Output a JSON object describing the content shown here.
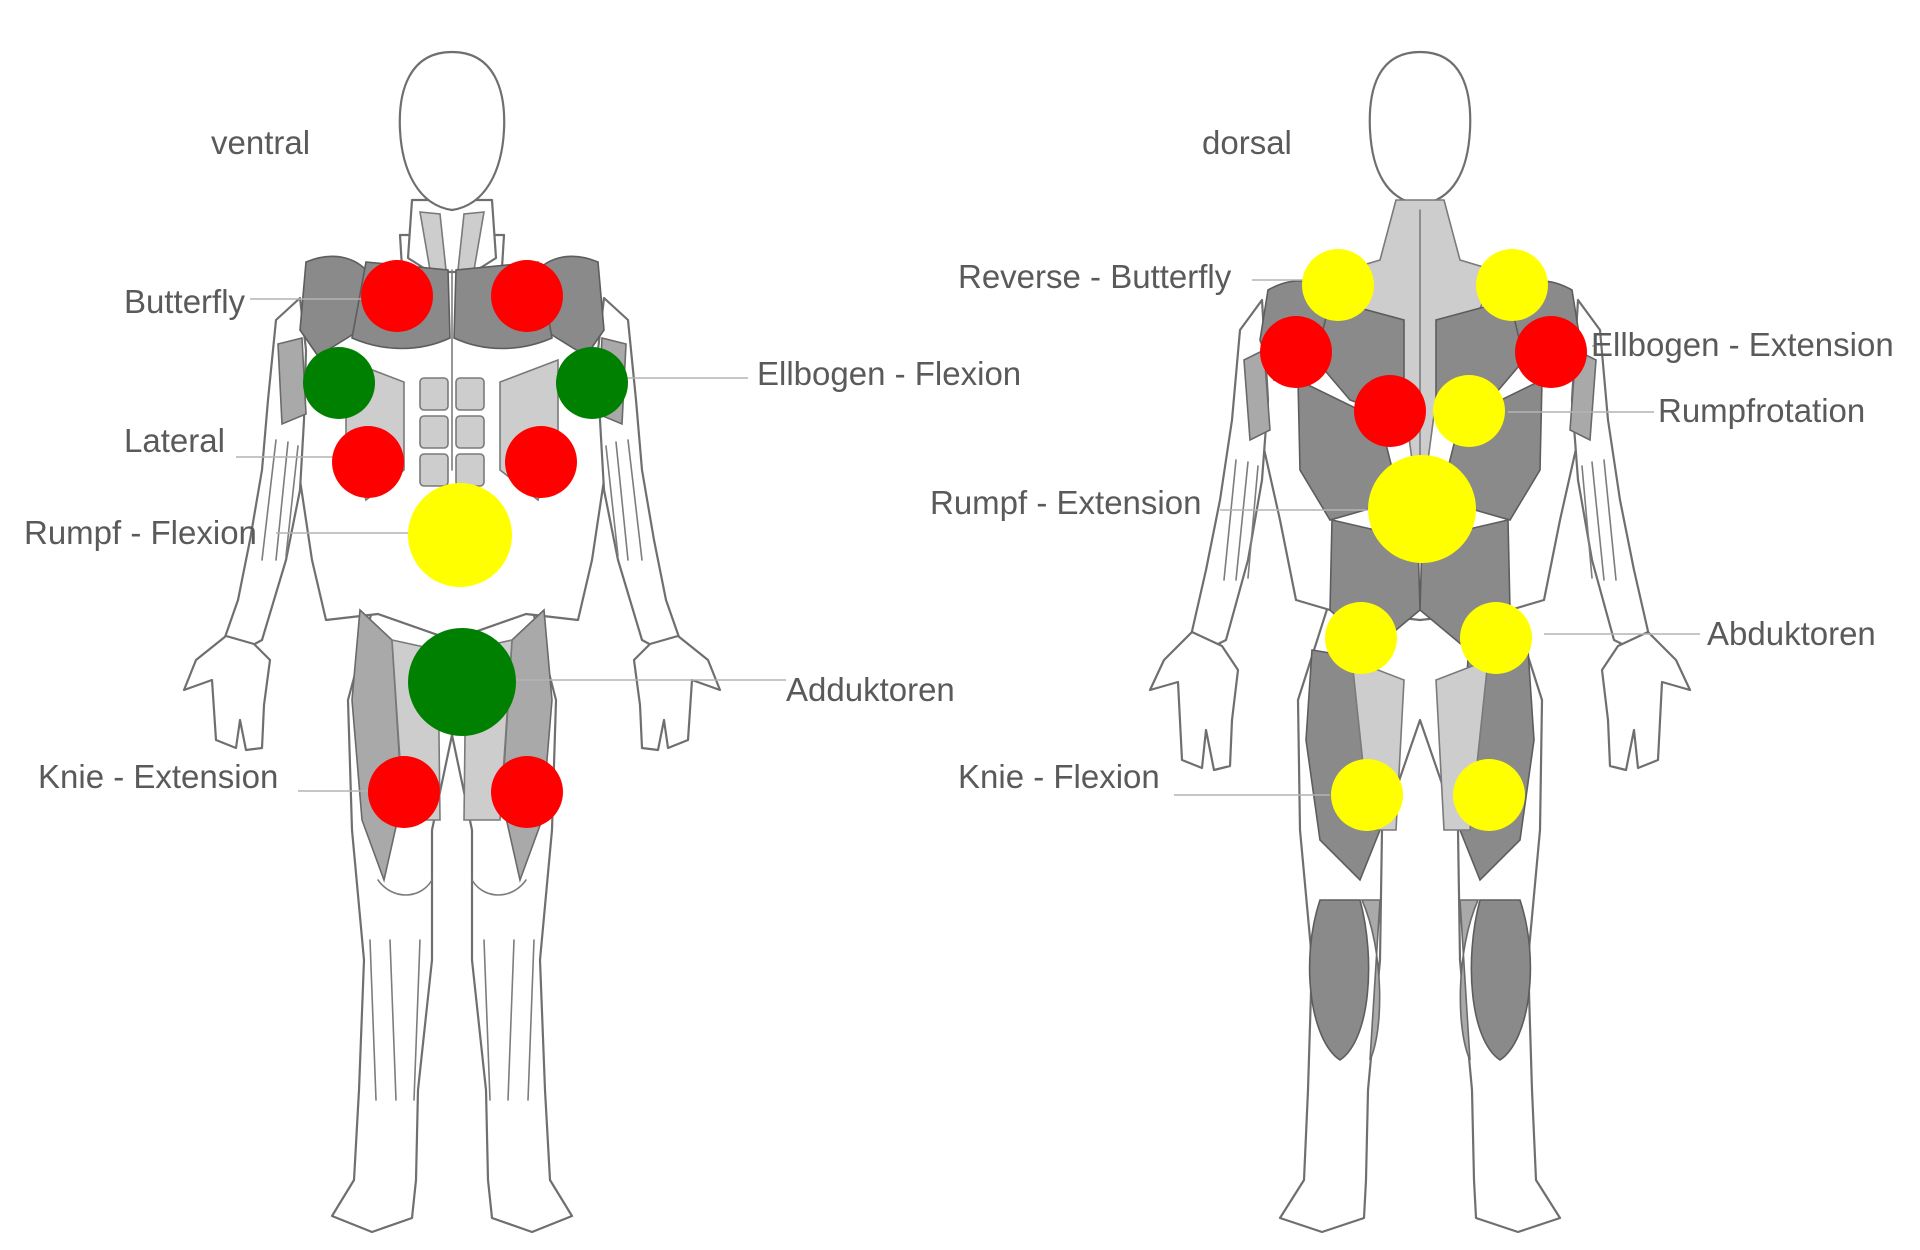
{
  "views": {
    "front": {
      "title": "ventral"
    },
    "back": {
      "title": "dorsal"
    }
  },
  "labels": {
    "butterfly": "Butterfly",
    "ellbogen_flexion": "Ellbogen - Flexion",
    "lateral": "Lateral",
    "rumpf_flexion": "Rumpf - Flexion",
    "adduktoren": "Adduktoren",
    "knie_extension": "Knie - Extension",
    "reverse_butterfly": "Reverse - Butterfly",
    "ellbogen_extension": "Ellbogen - Extension",
    "rumpfrotation": "Rumpfrotation",
    "rumpf_extension": "Rumpf - Extension",
    "abduktoren": "Abduktoren",
    "knie_flexion": "Knie - Flexion"
  },
  "colors": {
    "red": "#ff0000",
    "green": "#008000",
    "yellow": "#ffff00",
    "label_text": "#5a5a5a",
    "leader_line": "#b3b3b3"
  },
  "markers": {
    "front": {
      "butterfly": "red",
      "ellbogen_flexion": "green",
      "lateral": "red",
      "rumpf_flexion": "yellow",
      "adduktoren": "green",
      "knie_extension": "red"
    },
    "back": {
      "reverse_butterfly": "yellow",
      "ellbogen_extension": "red",
      "rumpfrotation_left": "red",
      "rumpfrotation_right": "yellow",
      "rumpf_extension": "yellow",
      "abduktoren": "yellow",
      "knie_flexion": "yellow"
    }
  }
}
